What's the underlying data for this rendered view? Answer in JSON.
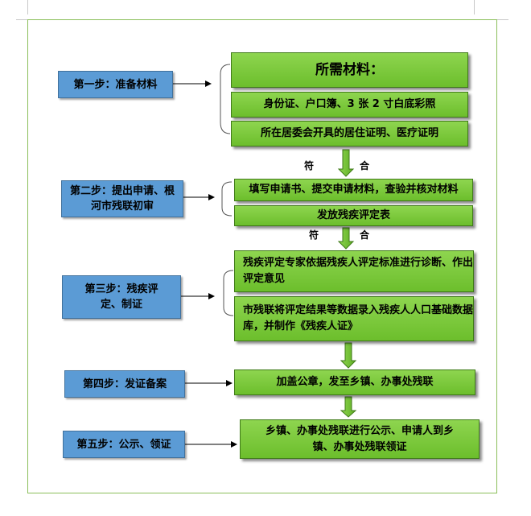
{
  "steps": [
    {
      "label": "第一步：准备材料"
    },
    {
      "label": "第二步：提出申请、根河市残联初审"
    },
    {
      "label": "第三步：残疾评定、制证"
    },
    {
      "label": "第四步：发证备案"
    },
    {
      "label": "第五步：公示、领证"
    }
  ],
  "step1": {
    "header": "所需材料：",
    "item1": "身份证、户口簿、3 张 2 寸白底彩照",
    "item2": "所在居委会开具的居住证明、医疗证明"
  },
  "step2": {
    "item1": "填写申请书、提交申请材料，查验并核对材料",
    "item2": "发放残疾评定表"
  },
  "step3": {
    "item1": "残疾评定专家依据残疾人评定标准进行诊断、作出评定意见",
    "item2": "市残联将评定结果等数据录入残疾人人口基础数据库，并制作《残疾人证》"
  },
  "step4": {
    "item1": "加盖公章，发至乡镇、办事处残联"
  },
  "step5": {
    "item1": "乡镇、办事处残联进行公示、申请人到乡镇、办事处残联领证"
  },
  "connector_labels": {
    "fit_left": "符",
    "fit_right": "合"
  },
  "colors": {
    "step_fill": "#5b9bd5",
    "box_fill": "#7ac943",
    "frame": "#8bbf5a"
  }
}
